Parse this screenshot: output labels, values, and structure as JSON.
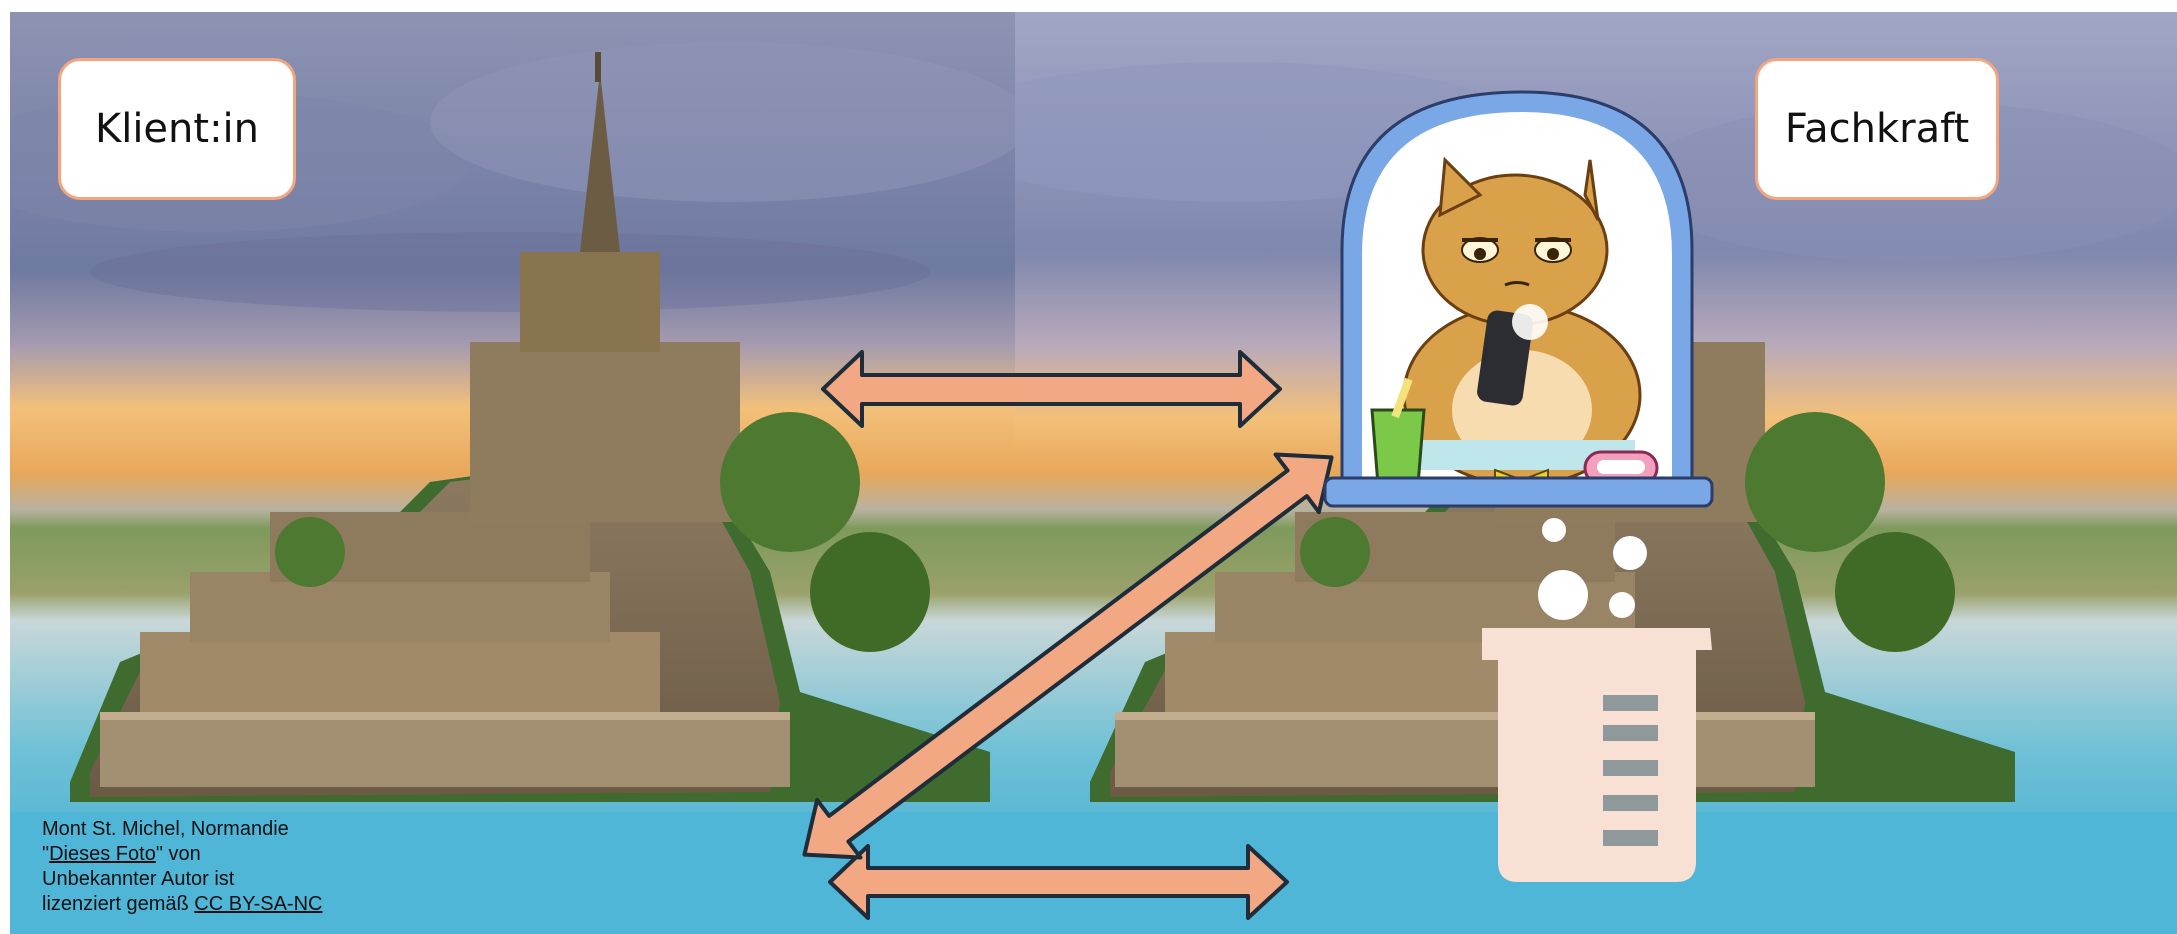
{
  "labels": {
    "client": "Klient:in",
    "professional": "Fachkraft"
  },
  "caption": {
    "line1": "Mont St. Michel, Normandie",
    "line2_prefix": "\"",
    "line2_link": "Dieses Foto",
    "line2_suffix": "\" von",
    "line3": "Unbekannter Autor ist",
    "line4_prefix": "lizenziert gemäß ",
    "line4_link": "CC BY-SA-NC"
  },
  "colors": {
    "arrow_fill": "#f2a882",
    "arrow_stroke": "#1f2d3a",
    "box_border": "#f2a57e",
    "window_frame": "#7aa7e6",
    "cat_fur": "#d9a24a",
    "beaker": "#f8e1d4"
  },
  "icons": [
    "double-arrow-icon",
    "cat-sticker-icon",
    "thought-bubble-icon",
    "beaker-icon"
  ]
}
